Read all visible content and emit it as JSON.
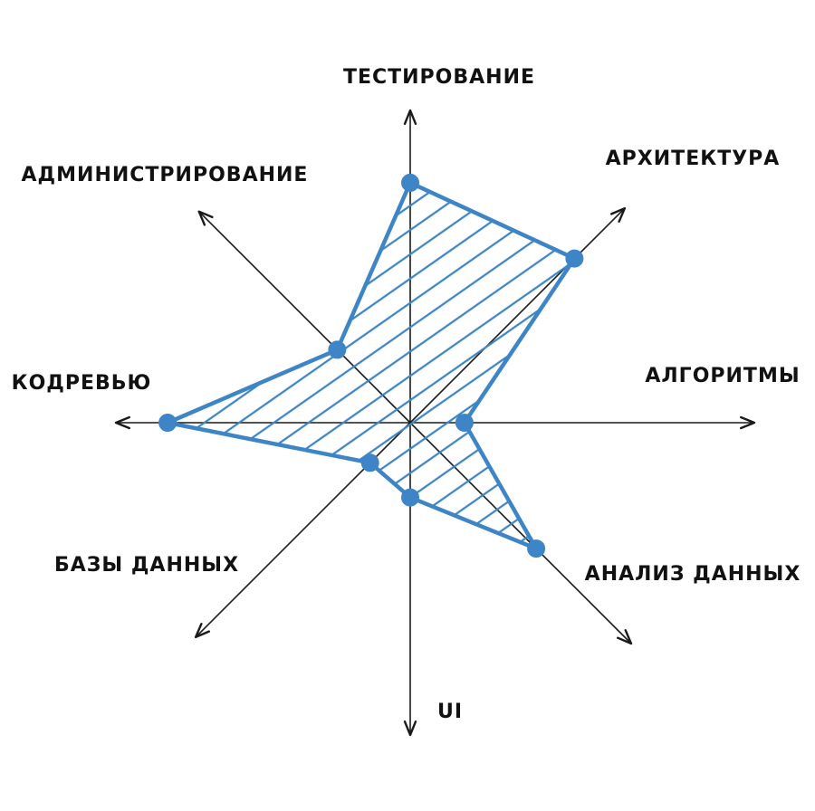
{
  "chart_data": {
    "type": "radar",
    "title": "",
    "axes": [
      {
        "label": "ТЕСТИРОВАНИЕ",
        "value": 0.93
      },
      {
        "label": "АРХИТЕКТУРА",
        "value": 0.9
      },
      {
        "label": "АЛГОРИТМЫ",
        "value": 0.21
      },
      {
        "label": "АНАЛИЗ ДАННЫХ",
        "value": 0.69
      },
      {
        "label": "UI",
        "value": 0.29
      },
      {
        "label": "БАЗЫ ДАННЫХ",
        "value": 0.22
      },
      {
        "label": "КОДРЕВЬЮ",
        "value": 0.94
      },
      {
        "label": "АДМИНИСТРИРОВАНИЕ",
        "value": 0.4
      }
    ],
    "scale": [
      0,
      1
    ],
    "grid": false,
    "colors": {
      "series": "#3d85c6",
      "fill": "#3d85c6",
      "axis": "#1a1a1a",
      "text": "#111111"
    }
  }
}
